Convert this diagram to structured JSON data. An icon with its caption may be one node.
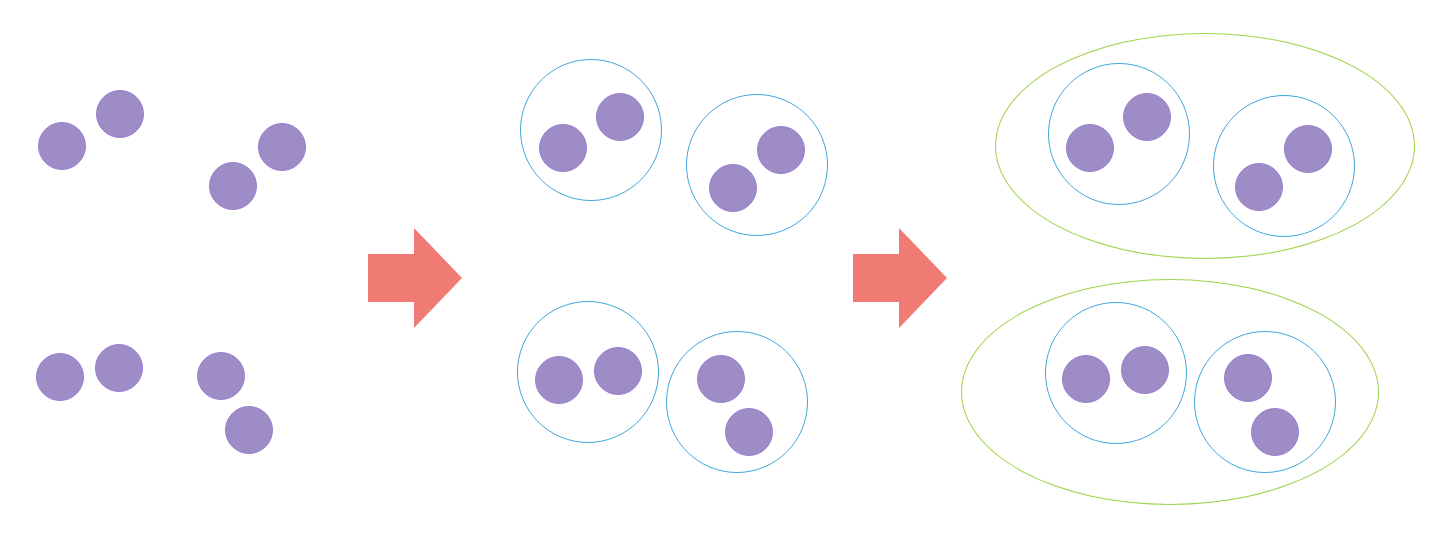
{
  "diagram": {
    "nodes": [
      {
        "text": [],
        "shape": "circle"
      },
      {
        "text": [],
        "shape": "circle"
      },
      {
        "text": [],
        "shape": "circle"
      },
      {
        "text": [],
        "shape": "circle"
      },
      {
        "text": [],
        "shape": "circle"
      },
      {
        "text": [],
        "shape": "circle"
      },
      {
        "text": [],
        "shape": "circle"
      },
      {
        "text": [],
        "shape": "circle"
      },
      {
        "text": [],
        "shape": "circle"
      },
      {
        "text": [],
        "shape": "circle",
        "in": 8
      },
      {
        "text": [],
        "shape": "circle",
        "in": 8
      },
      {
        "text": [],
        "shape": "circle"
      },
      {
        "text": [],
        "shape": "circle",
        "in": 11
      },
      {
        "text": [],
        "shape": "circle",
        "in": 11
      },
      {
        "text": [],
        "shape": "circle"
      },
      {
        "text": [],
        "shape": "circle",
        "in": 14
      },
      {
        "text": [],
        "shape": "circle",
        "in": 14
      },
      {
        "text": [],
        "shape": "circle"
      },
      {
        "text": [],
        "shape": "circle",
        "in": 17
      },
      {
        "text": [],
        "shape": "circle",
        "in": 17
      },
      {
        "text": [],
        "shape": "ellipse"
      },
      {
        "text": [],
        "shape": "circle",
        "in": 20
      },
      {
        "text": [],
        "shape": "circle",
        "in": 21
      },
      {
        "text": [],
        "shape": "circle",
        "in": 21
      },
      {
        "text": [],
        "shape": "circle",
        "in": 20
      },
      {
        "text": [],
        "shape": "circle",
        "in": 24
      },
      {
        "text": [],
        "shape": "circle",
        "in": 24
      },
      {
        "text": [],
        "shape": "ellipse"
      },
      {
        "text": [],
        "shape": "circle",
        "in": 27
      },
      {
        "text": [],
        "shape": "circle",
        "in": 28
      },
      {
        "text": [],
        "shape": "circle",
        "in": 28
      },
      {
        "text": [],
        "shape": "circle",
        "in": 27
      },
      {
        "text": [],
        "shape": "circle",
        "in": 31
      },
      {
        "text": [],
        "shape": "circle",
        "in": 31
      },
      {
        "text": [],
        "shape": "arrow"
      },
      {
        "text": [],
        "shape": "arrow"
      }
    ]
  }
}
